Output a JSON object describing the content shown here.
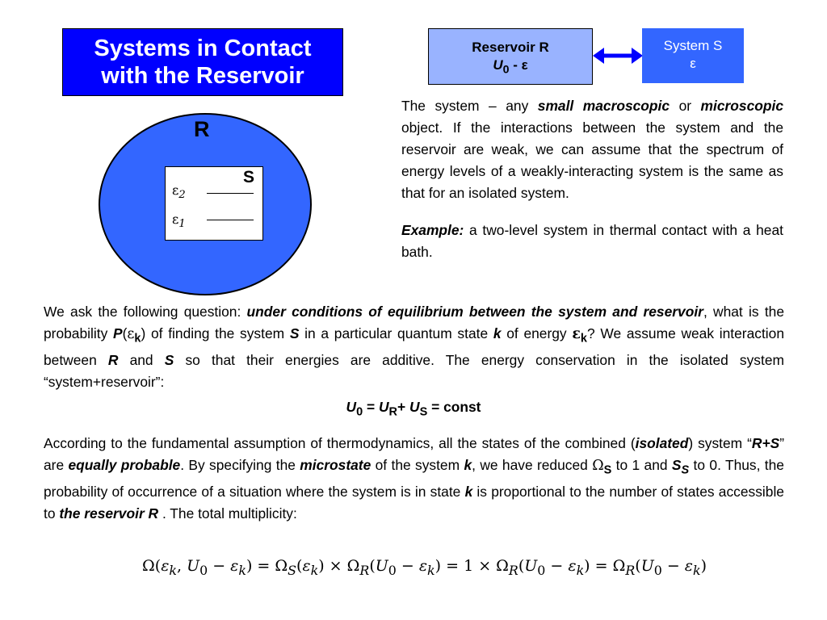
{
  "title": {
    "line1": "Systems in Contact",
    "line2": "with the Reservoir"
  },
  "reservoir_box": {
    "name": "Reservoir R",
    "energy_u": "U",
    "energy_sub": "0",
    "energy_rest": " - ε"
  },
  "system_box": {
    "name": "System S",
    "energy": "ε"
  },
  "diagram": {
    "big_label": "R",
    "small_label": "S",
    "level2_symbol": "ε",
    "level2_sub": "2",
    "level1_symbol": "ε",
    "level1_sub": "1"
  },
  "colors": {
    "title_bg": "#0000ff",
    "reservoir_bg": "#99b3ff",
    "system_bg": "#3366ff",
    "arrow": "#0000ff"
  },
  "right_text": {
    "p1": {
      "a": "The system – any ",
      "b": "small macroscopic",
      "c": " or ",
      "d": "microscopic",
      "e": " object. If the interactions between the system and the reservoir are weak, we can assume that  the spectrum of energy levels of a weakly-interacting system is the same as that for an isolated system."
    },
    "p2": {
      "a": "Example:",
      "b": " a two-level system in thermal contact with a heat bath."
    }
  },
  "para1": {
    "a": "We ask the following question: ",
    "b": "under conditions of equilibrium between the system and reservoir",
    "c": ", what is the probability ",
    "d": "P",
    "e": "(",
    "f": "ε",
    "g": "k",
    "h": ") of finding the system ",
    "i": "S",
    "j": " in a particular quantum state ",
    "k": "k",
    "l": " of energy ",
    "m": "ε",
    "n": "k",
    "o": "? We assume weak interaction between ",
    "p": "R",
    "q": " and ",
    "r": "S",
    "s": " so that their energies are additive. The energy conservation in the isolated system “system+reservoir”:"
  },
  "equation": {
    "u0": "U",
    "u0_sub": "0",
    "eq1": " = ",
    "ur": "U",
    "ur_sub": "R",
    "plus": "+ ",
    "us": "U",
    "us_sub": "S",
    "rest": " = const"
  },
  "para2": {
    "a": "According to the fundamental assumption of  thermodynamics,  all  the  states of the combined (",
    "b": "isolated",
    "c": ") system “",
    "d": "R+S",
    "e": "” are ",
    "f": "equally probable",
    "g": ". By specifying the ",
    "h": "microstate",
    "i": " of the system ",
    "j": "k",
    "k": ", we have reduced ",
    "l": "Ω",
    "m": "S",
    "n": " to 1 and ",
    "o": "S",
    "p": "S",
    "q": " to 0. Thus, the probability of occurrence of a situation where the system is in state ",
    "r": "k",
    "s": " is proportional to the number of states accessible to ",
    "t": "the reservoir R",
    "u": " . The total multiplicity:"
  },
  "formula": {
    "omega": "Ω",
    "open": "(",
    "eps": "ε",
    "k": "k",
    "comma": ", ",
    "U": "U",
    "zero": "0",
    "minus": " − ",
    "close": ")",
    "eq": " = ",
    "S": "S",
    "times": " × ",
    "R": "R",
    "one": "1"
  }
}
